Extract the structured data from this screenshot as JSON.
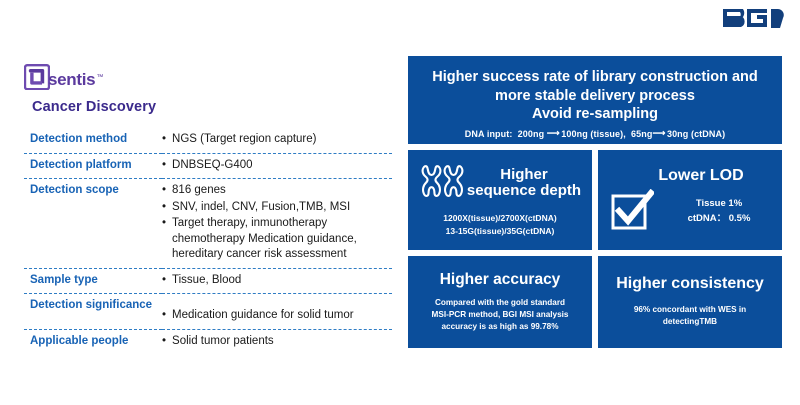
{
  "brand": {
    "corporate_logo_text": "BGI",
    "product_logo_text": "sentis",
    "product_logo_tm": "™",
    "product_title": "Cancer Discovery",
    "accent_blue": "#0B4E9B",
    "label_blue": "#1863B5",
    "purple": "#5B3A9E",
    "title_purple": "#3B2A8C"
  },
  "spec_table": {
    "rows": [
      {
        "label": "Detection method",
        "values": [
          "NGS (Target region capture)"
        ]
      },
      {
        "label": "Detection platform",
        "values": [
          "DNBSEQ-G400"
        ]
      },
      {
        "label": "Detection scope",
        "values": [
          "816 genes",
          "SNV, indel, CNV, Fusion,TMB, MSI",
          "Target therapy, inmunotherapy chemotherapy Medication guidance, hereditary cancer risk assessment"
        ]
      },
      {
        "label": "Sample type",
        "values": [
          "Tissue, Blood"
        ]
      },
      {
        "label": "Detection significance",
        "values": [
          "Medication guidance for solid tumor"
        ]
      },
      {
        "label": "Applicable people",
        "values": [
          "Solid tumor patients"
        ]
      }
    ],
    "bullet_glyph": "•"
  },
  "highlight_panels": {
    "library": {
      "headline_line1": "Higher success rate of library construction and",
      "headline_line2": "more stable delivery process",
      "headline_line3": "Avoid re-sampling",
      "detail_prefix": "DNA input:",
      "detail_a_from": "200ng",
      "detail_a_to": "100ng",
      "detail_a_unit": "(tissue)",
      "detail_sep": ",",
      "detail_b_from": "65ng",
      "detail_b_to": "30ng",
      "detail_b_unit": "(ctDNA)",
      "arrow_glyph": "⟶"
    },
    "depth": {
      "title_line1": "Higher",
      "title_line2": "sequence depth",
      "sub_line1": "1200X(tissue)/2700X(ctDNA)",
      "sub_line2": "13-15G(tissue)/35G(ctDNA)",
      "icon": "chromosome-icon"
    },
    "lod": {
      "title": "Lower LOD",
      "sub_line1": "Tissue 1%",
      "sub_line2": "ctDNA： 0.5%",
      "icon": "checkbox-check-icon"
    },
    "accuracy": {
      "title": "Higher  accuracy",
      "sub_line1": "Compared with the gold standard",
      "sub_line2": "MSI-PCR method, BGI MSI analysis",
      "sub_line3": "accuracy is as high as 99.78%"
    },
    "consistency": {
      "title": "Higher consistency",
      "sub_line1": "96% concordant with WES in",
      "sub_line2": "detectingTMB"
    }
  }
}
